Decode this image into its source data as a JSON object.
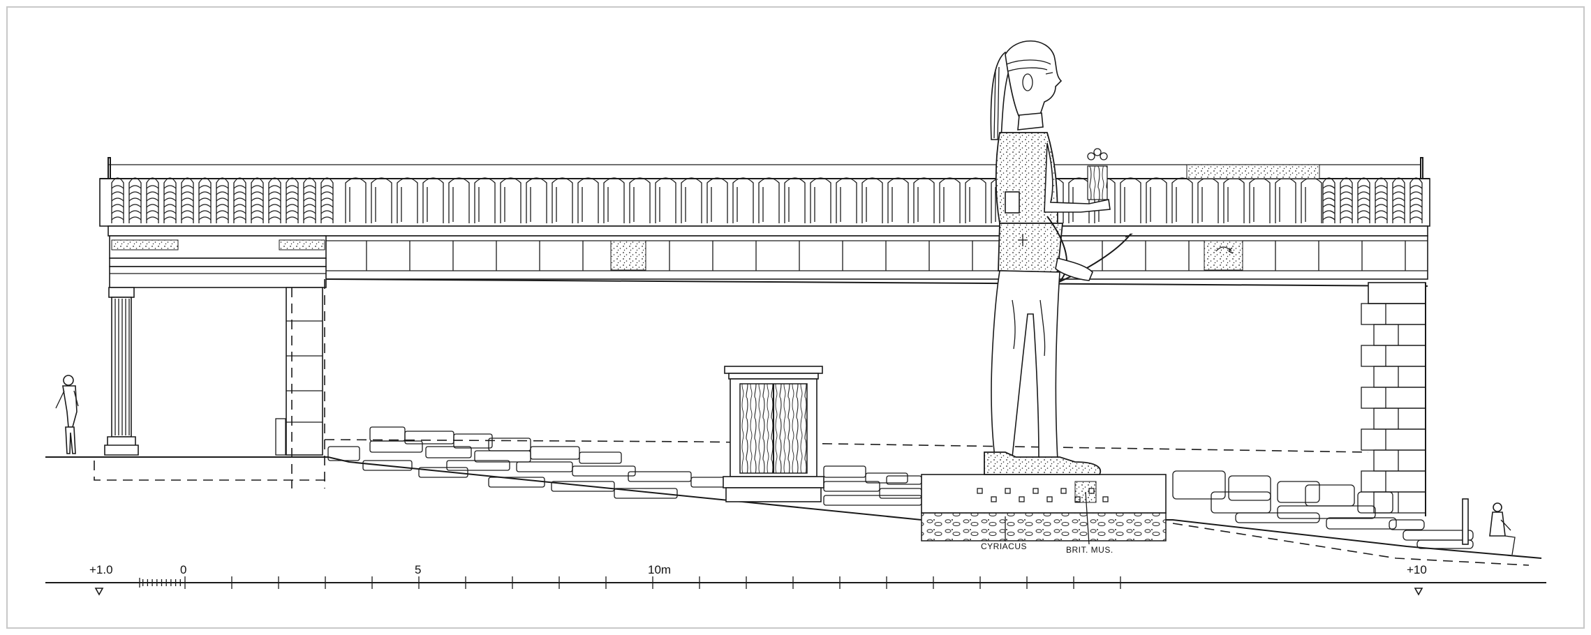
{
  "drawing": {
    "scale": {
      "level_left": "+1.0",
      "tick_zero": "0",
      "tick_five": "5",
      "tick_ten": "10m",
      "level_right": "+10"
    },
    "annotations": {
      "cyriacus": "CYRIACUS",
      "brit_mus": "BRIT. MUS."
    },
    "colors": {
      "ink": "#1a1a1a",
      "paper": "#ffffff",
      "frame": "#c8c8c8"
    }
  }
}
